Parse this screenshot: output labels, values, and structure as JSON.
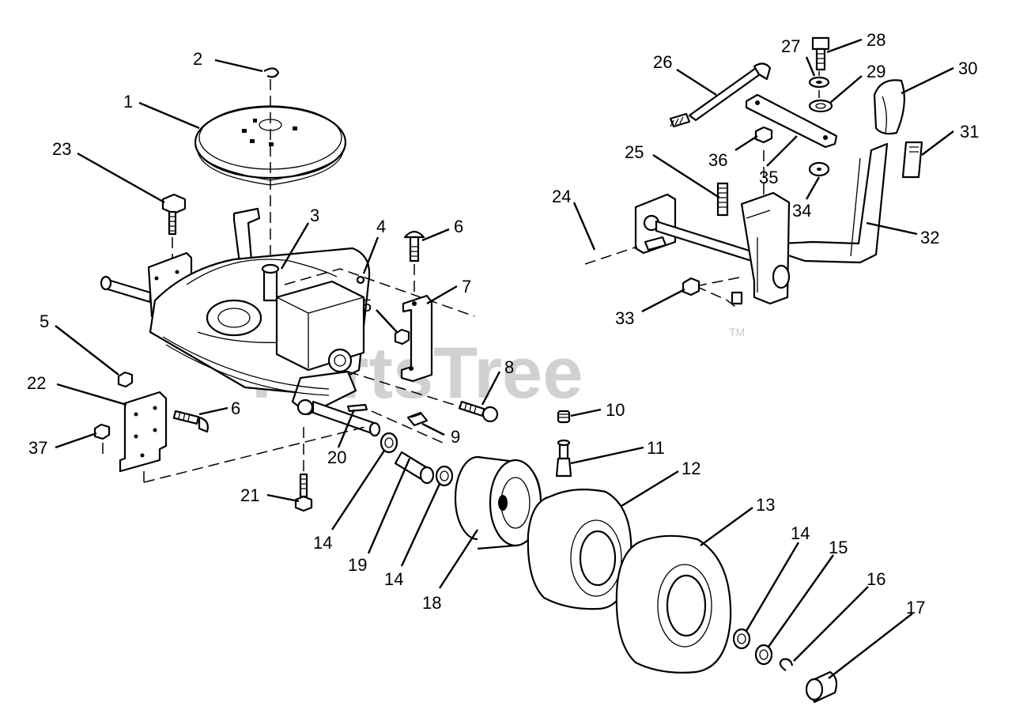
{
  "watermark": {
    "text": "PartsTree",
    "trademark": "TM"
  },
  "callouts": [
    {
      "id": "c2",
      "text": "2"
    },
    {
      "id": "c1",
      "text": "1"
    },
    {
      "id": "c23",
      "text": "23"
    },
    {
      "id": "c3",
      "text": "3"
    },
    {
      "id": "c4",
      "text": "4"
    },
    {
      "id": "c6a",
      "text": "6"
    },
    {
      "id": "c7",
      "text": "7"
    },
    {
      "id": "c5a",
      "text": "5"
    },
    {
      "id": "c5b",
      "text": "5"
    },
    {
      "id": "c8",
      "text": "8"
    },
    {
      "id": "c22",
      "text": "22"
    },
    {
      "id": "c6b",
      "text": "6"
    },
    {
      "id": "c9",
      "text": "9"
    },
    {
      "id": "c37",
      "text": "37"
    },
    {
      "id": "c20",
      "text": "20"
    },
    {
      "id": "c21",
      "text": "21"
    },
    {
      "id": "c14a",
      "text": "14"
    },
    {
      "id": "c19",
      "text": "19"
    },
    {
      "id": "c14b",
      "text": "14"
    },
    {
      "id": "c18",
      "text": "18"
    },
    {
      "id": "c10",
      "text": "10"
    },
    {
      "id": "c11",
      "text": "11"
    },
    {
      "id": "c12",
      "text": "12"
    },
    {
      "id": "c13",
      "text": "13"
    },
    {
      "id": "c14c",
      "text": "14"
    },
    {
      "id": "c15",
      "text": "15"
    },
    {
      "id": "c16",
      "text": "16"
    },
    {
      "id": "c17",
      "text": "17"
    },
    {
      "id": "c26",
      "text": "26"
    },
    {
      "id": "c27",
      "text": "27"
    },
    {
      "id": "c28",
      "text": "28"
    },
    {
      "id": "c29",
      "text": "29"
    },
    {
      "id": "c30",
      "text": "30"
    },
    {
      "id": "c31",
      "text": "31"
    },
    {
      "id": "c25",
      "text": "25"
    },
    {
      "id": "c36",
      "text": "36"
    },
    {
      "id": "c35",
      "text": "35"
    },
    {
      "id": "c24",
      "text": "24"
    },
    {
      "id": "c34",
      "text": "34"
    },
    {
      "id": "c32",
      "text": "32"
    },
    {
      "id": "c33",
      "text": "33"
    }
  ]
}
